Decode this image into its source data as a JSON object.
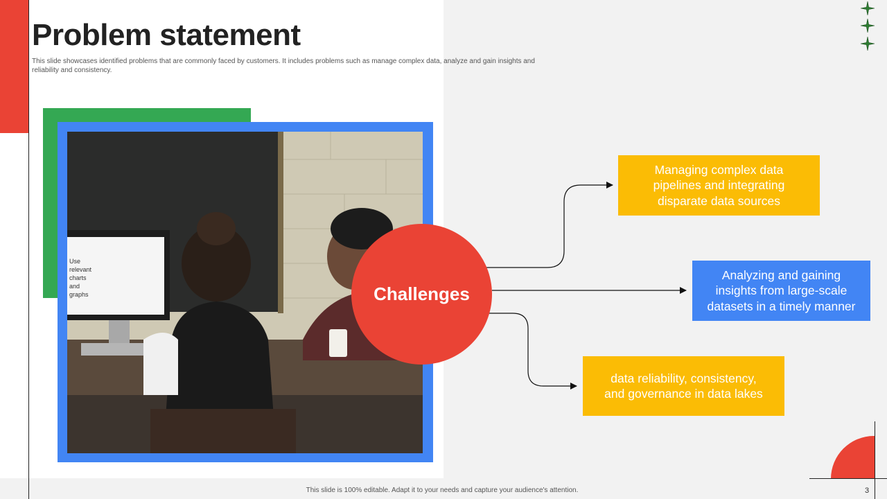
{
  "slide": {
    "title": "Problem statement",
    "subtitle": "This slide showcases identified problems that are commonly faced by customers. It includes problems such as manage complex data, analyze and gain insights and reliability and consistency.",
    "center_label": "Challenges",
    "boxes": [
      {
        "text": "Managing complex data pipelines and integrating disparate data sources",
        "color": "#fbbc05"
      },
      {
        "text": "Analyzing and gaining insights from large-scale datasets in a timely manner",
        "color": "#4285f4"
      },
      {
        "text": "data reliability, consistency, and governance in data lakes",
        "color": "#fbbc05"
      }
    ],
    "monitor_text": "Use relevant charts and graphs",
    "footer": "This slide is 100% editable. Adapt it to your needs and capture your audience's attention.",
    "page_number": "3"
  },
  "colors": {
    "red": "#ea4335",
    "green": "#34a853",
    "blue": "#4285f4",
    "yellow": "#fbbc05",
    "star": "#2e7d32"
  },
  "icons": [
    "sparkle-star-icon"
  ]
}
